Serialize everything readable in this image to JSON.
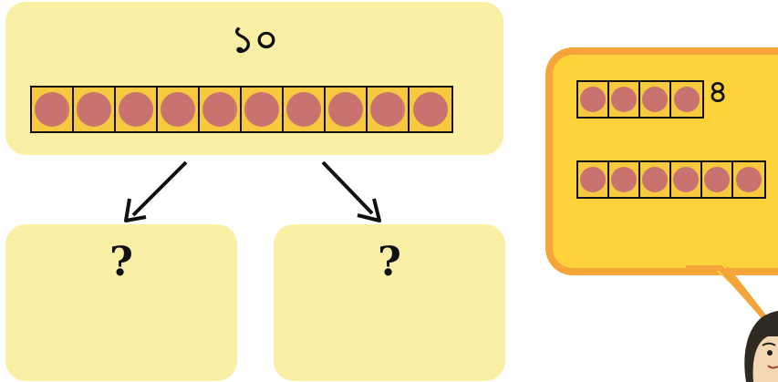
{
  "total_label": "১০",
  "left_label": "?",
  "right_label": "?",
  "bubble_label": "৪",
  "colors": {
    "box": "#f9f0a6",
    "dot": "#c8736f",
    "frame_fill": "#f6c93f",
    "bubble_fill": "#fdd23a",
    "bubble_border": "#f5a43a"
  },
  "frames": {
    "top_count": 10,
    "small_a_count": 4,
    "small_b_count": 6
  },
  "icons": {
    "character": "girl-character-icon"
  }
}
